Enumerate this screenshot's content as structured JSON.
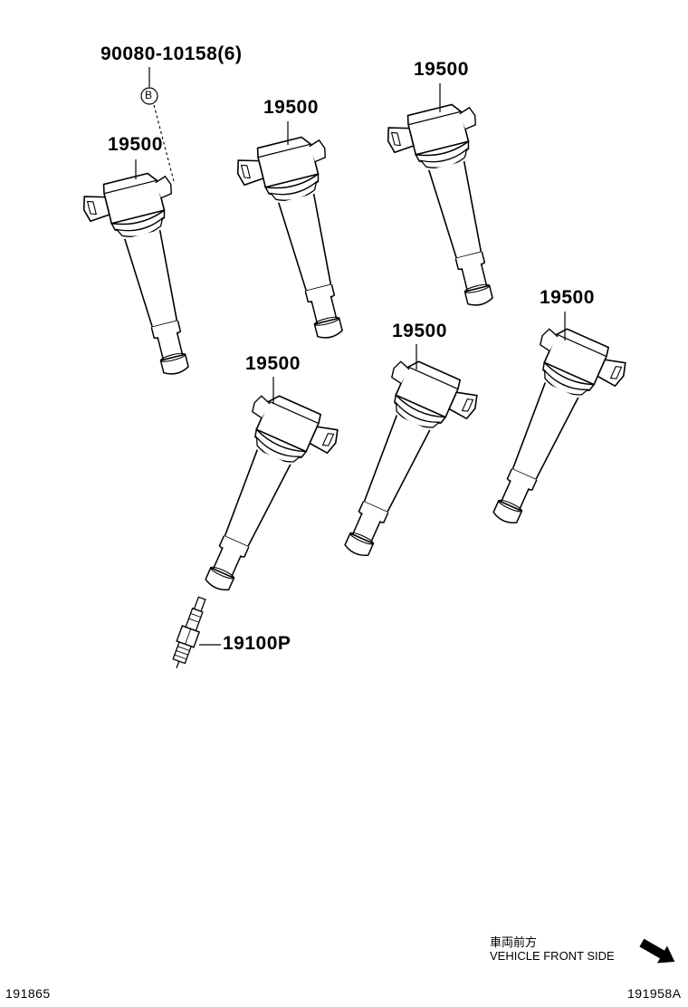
{
  "diagram": {
    "labels": {
      "bolt": "90080-10158(6)",
      "ref_mark": "B",
      "coil_1": "19500",
      "coil_2": "19500",
      "coil_3": "19500",
      "coil_4": "19500",
      "coil_5": "19500",
      "coil_6": "19500",
      "spark_plug": "19100P"
    },
    "direction": {
      "japanese": "車両前方",
      "english": "VEHICLE FRONT SIDE",
      "arrow_icon": "arrow-down-right-icon"
    },
    "footer": {
      "left_code": "191865",
      "right_code": "191958A"
    }
  }
}
